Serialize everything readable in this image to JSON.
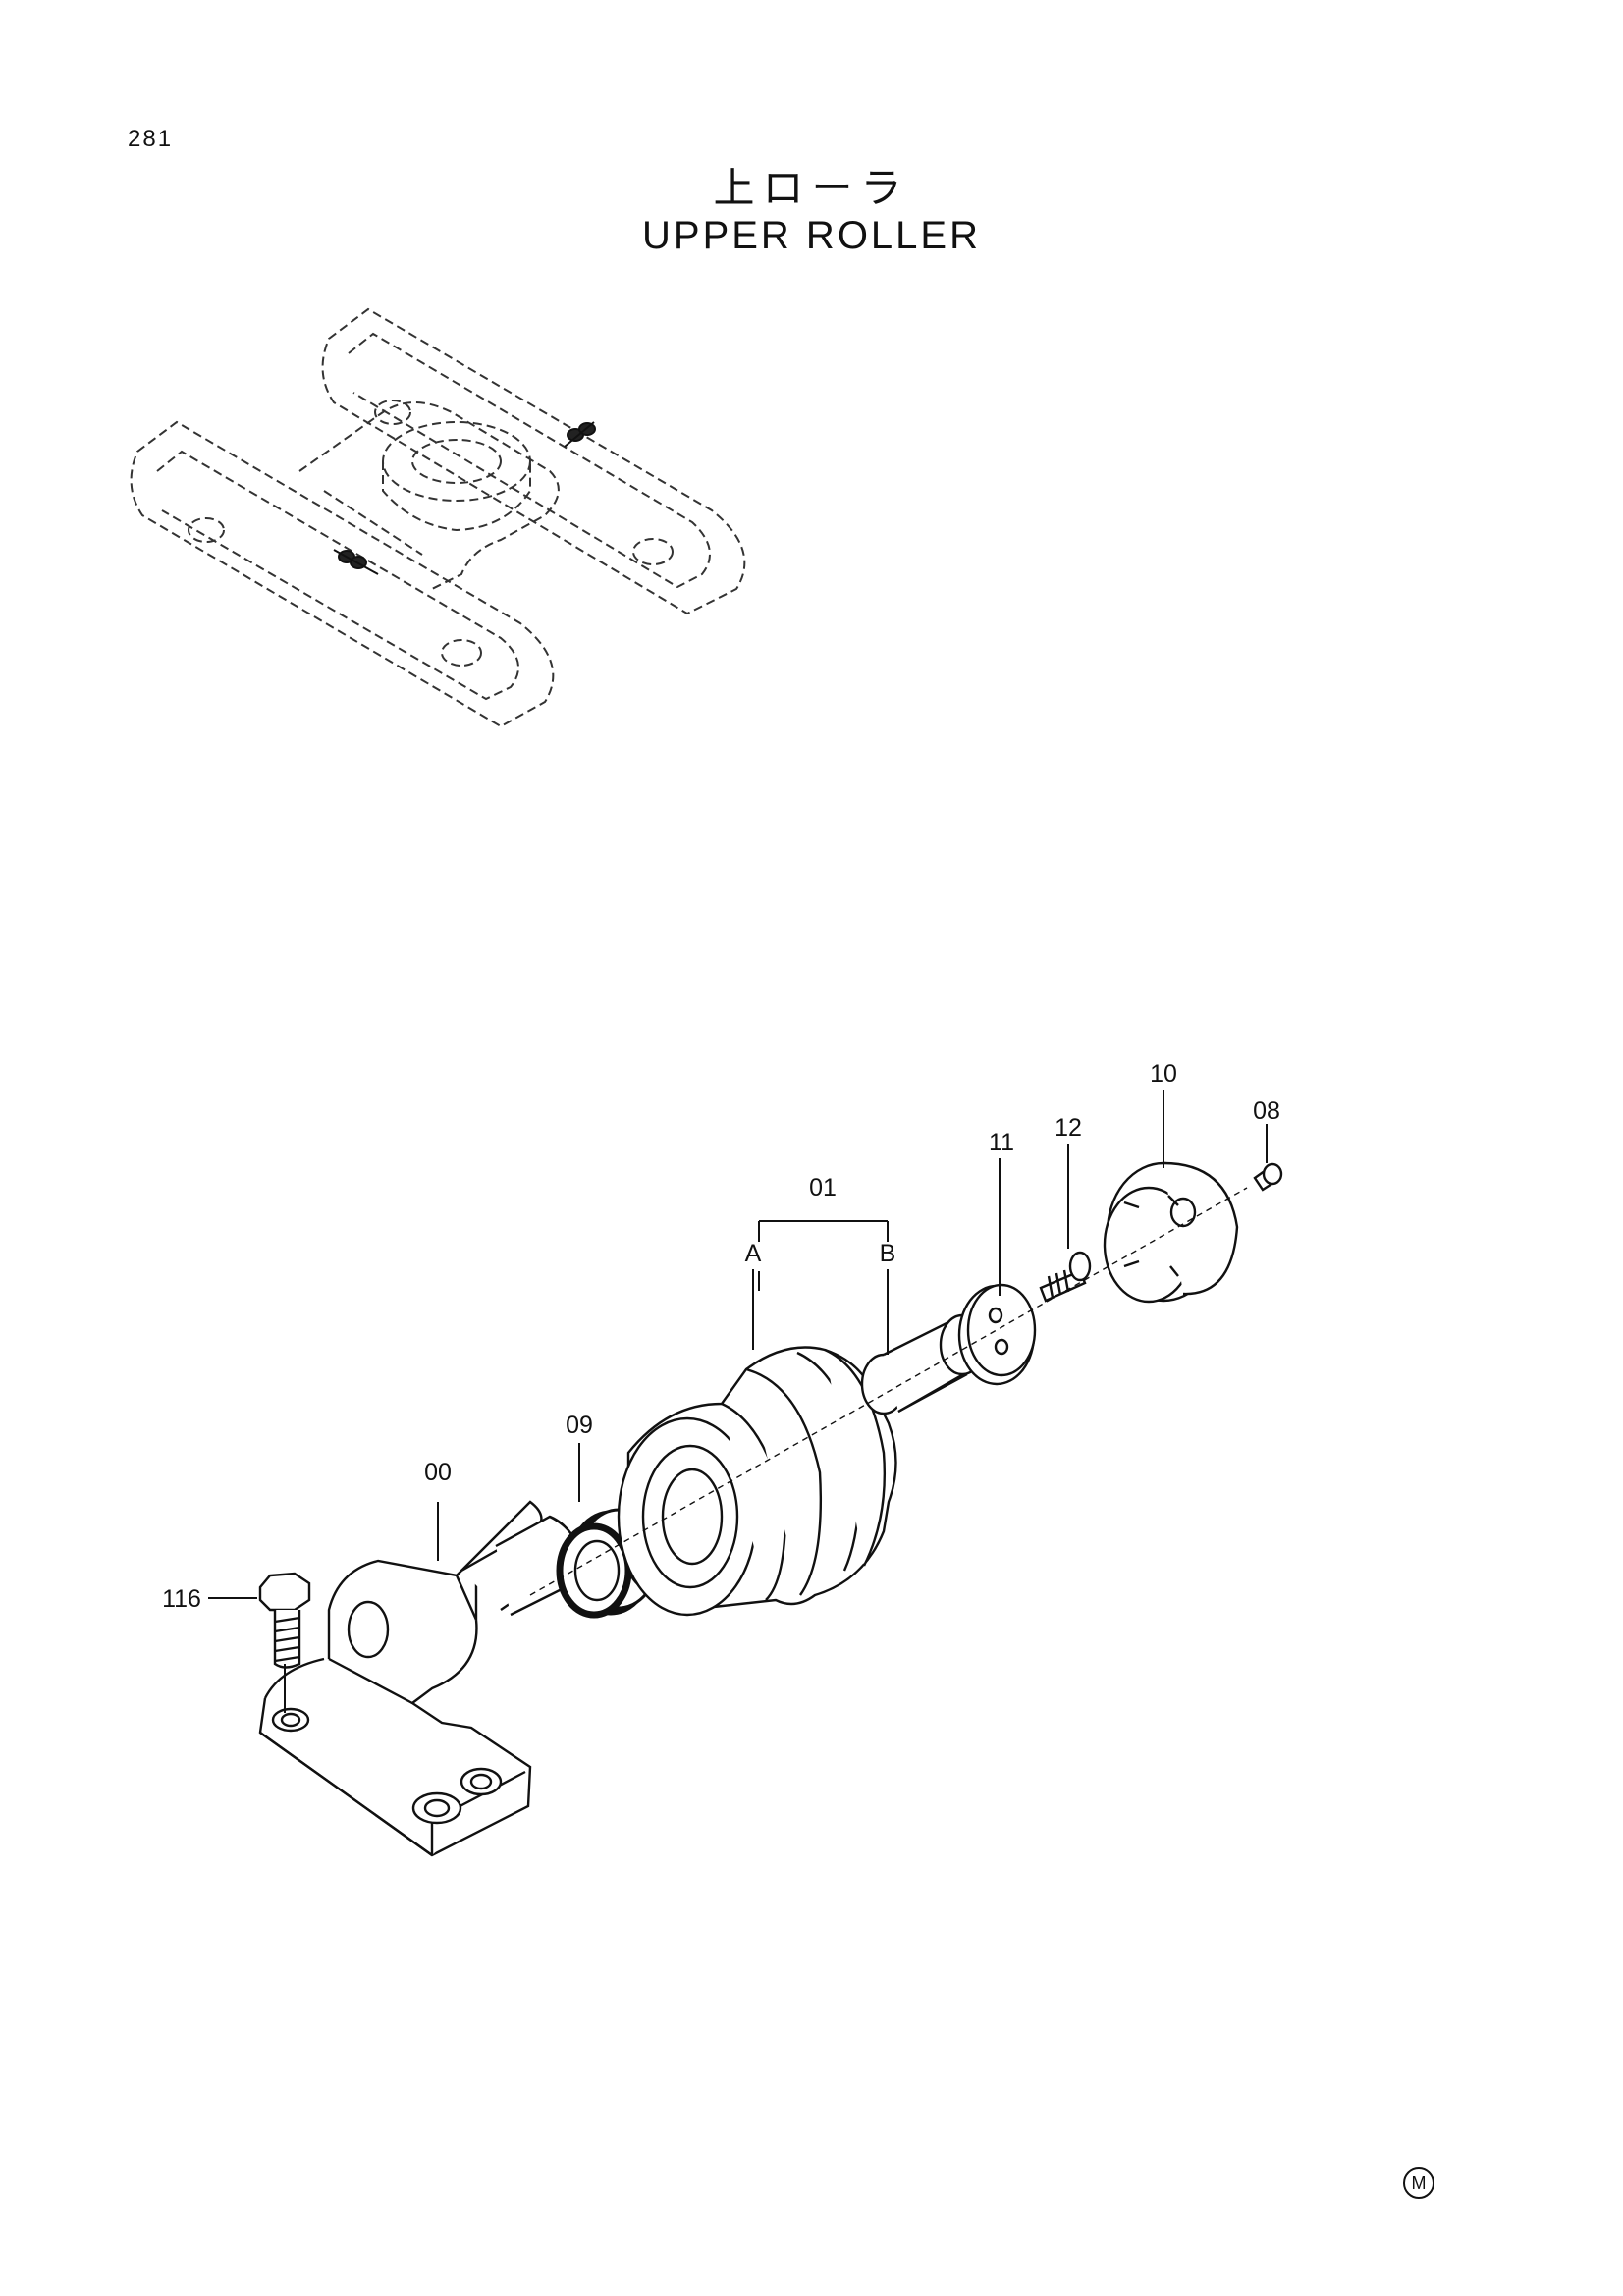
{
  "page": {
    "number": "281"
  },
  "title": {
    "japanese": "上ローラ",
    "english": "UPPER ROLLER"
  },
  "callouts": {
    "c00": "00",
    "c01": "01",
    "cA": "A",
    "cB": "B",
    "c08": "08",
    "c09": "09",
    "c10": "10",
    "c11": "11",
    "c12": "12",
    "c116": "116"
  },
  "corner_mark": "M"
}
